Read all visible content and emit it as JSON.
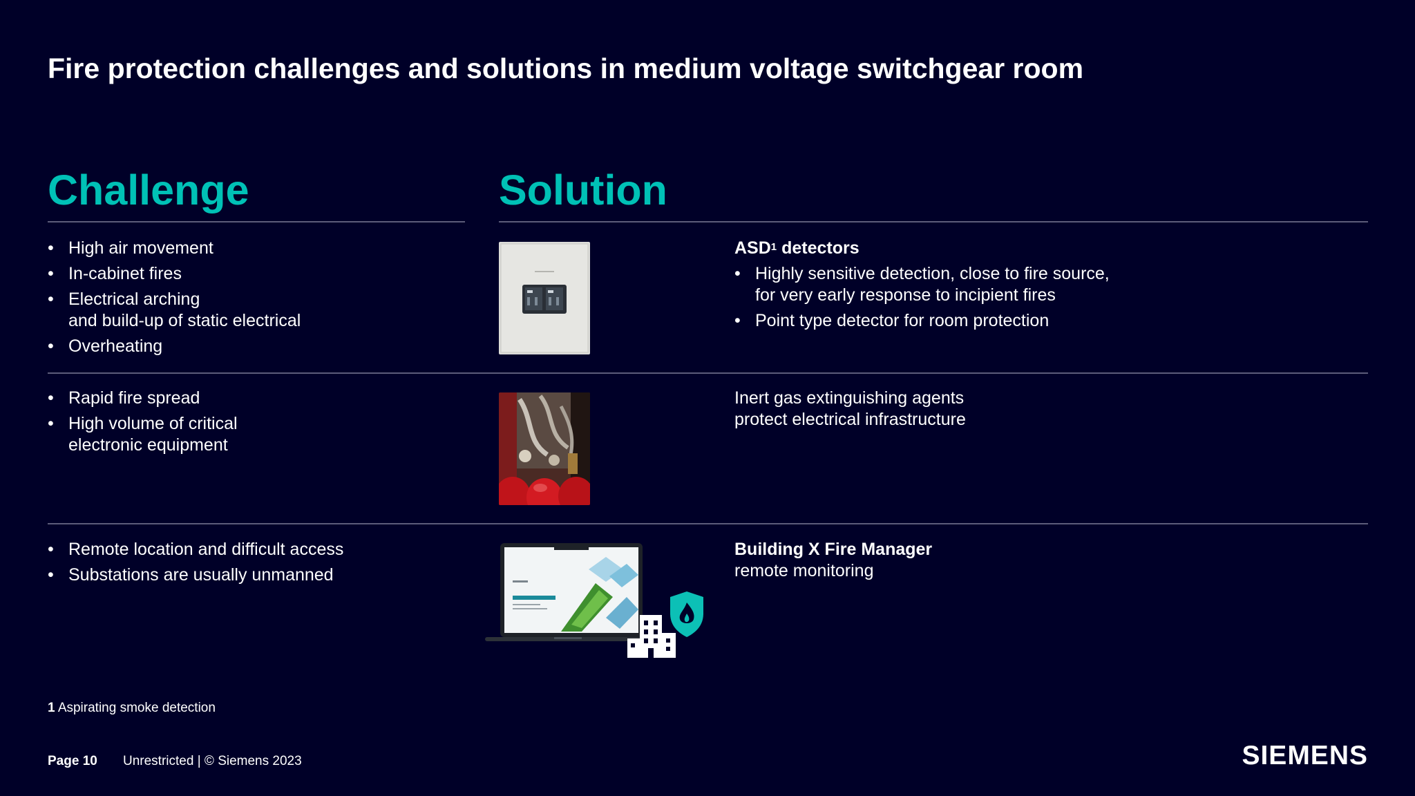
{
  "title": "Fire protection challenges and solutions in medium voltage switchgear room",
  "challenge_heading": "Challenge",
  "solution_heading": "Solution",
  "rows": [
    {
      "challenges": [
        "High air movement",
        "In-cabinet fires",
        "Electrical arching\nand build-up of static electrical",
        "Overheating"
      ],
      "solution_title": "ASD",
      "solution_title_sup": "1",
      "solution_title_rest": " detectors",
      "solution_bullets": [
        "Highly sensitive detection, close to fire source,\nfor very early response to incipient fires",
        "Point type detector for room protection"
      ]
    },
    {
      "challenges": [
        "Rapid fire spread",
        "High volume of critical\nelectronic equipment"
      ],
      "solution_text": "Inert gas extinguishing agents\nprotect electrical infrastructure"
    },
    {
      "challenges": [
        "Remote location and difficult access",
        "Substations are usually unmanned"
      ],
      "solution_title": "Building X Fire Manager",
      "solution_text": "remote monitoring"
    }
  ],
  "footnote": {
    "number": "1",
    "text": "Aspirating smoke detection"
  },
  "footer": {
    "page": "Page 10",
    "classification": "Unrestricted | © Siemens 2023",
    "logo": "SIEMENS"
  },
  "colors": {
    "background": "#000028",
    "accent": "#00c1b6",
    "text": "#ffffff"
  }
}
